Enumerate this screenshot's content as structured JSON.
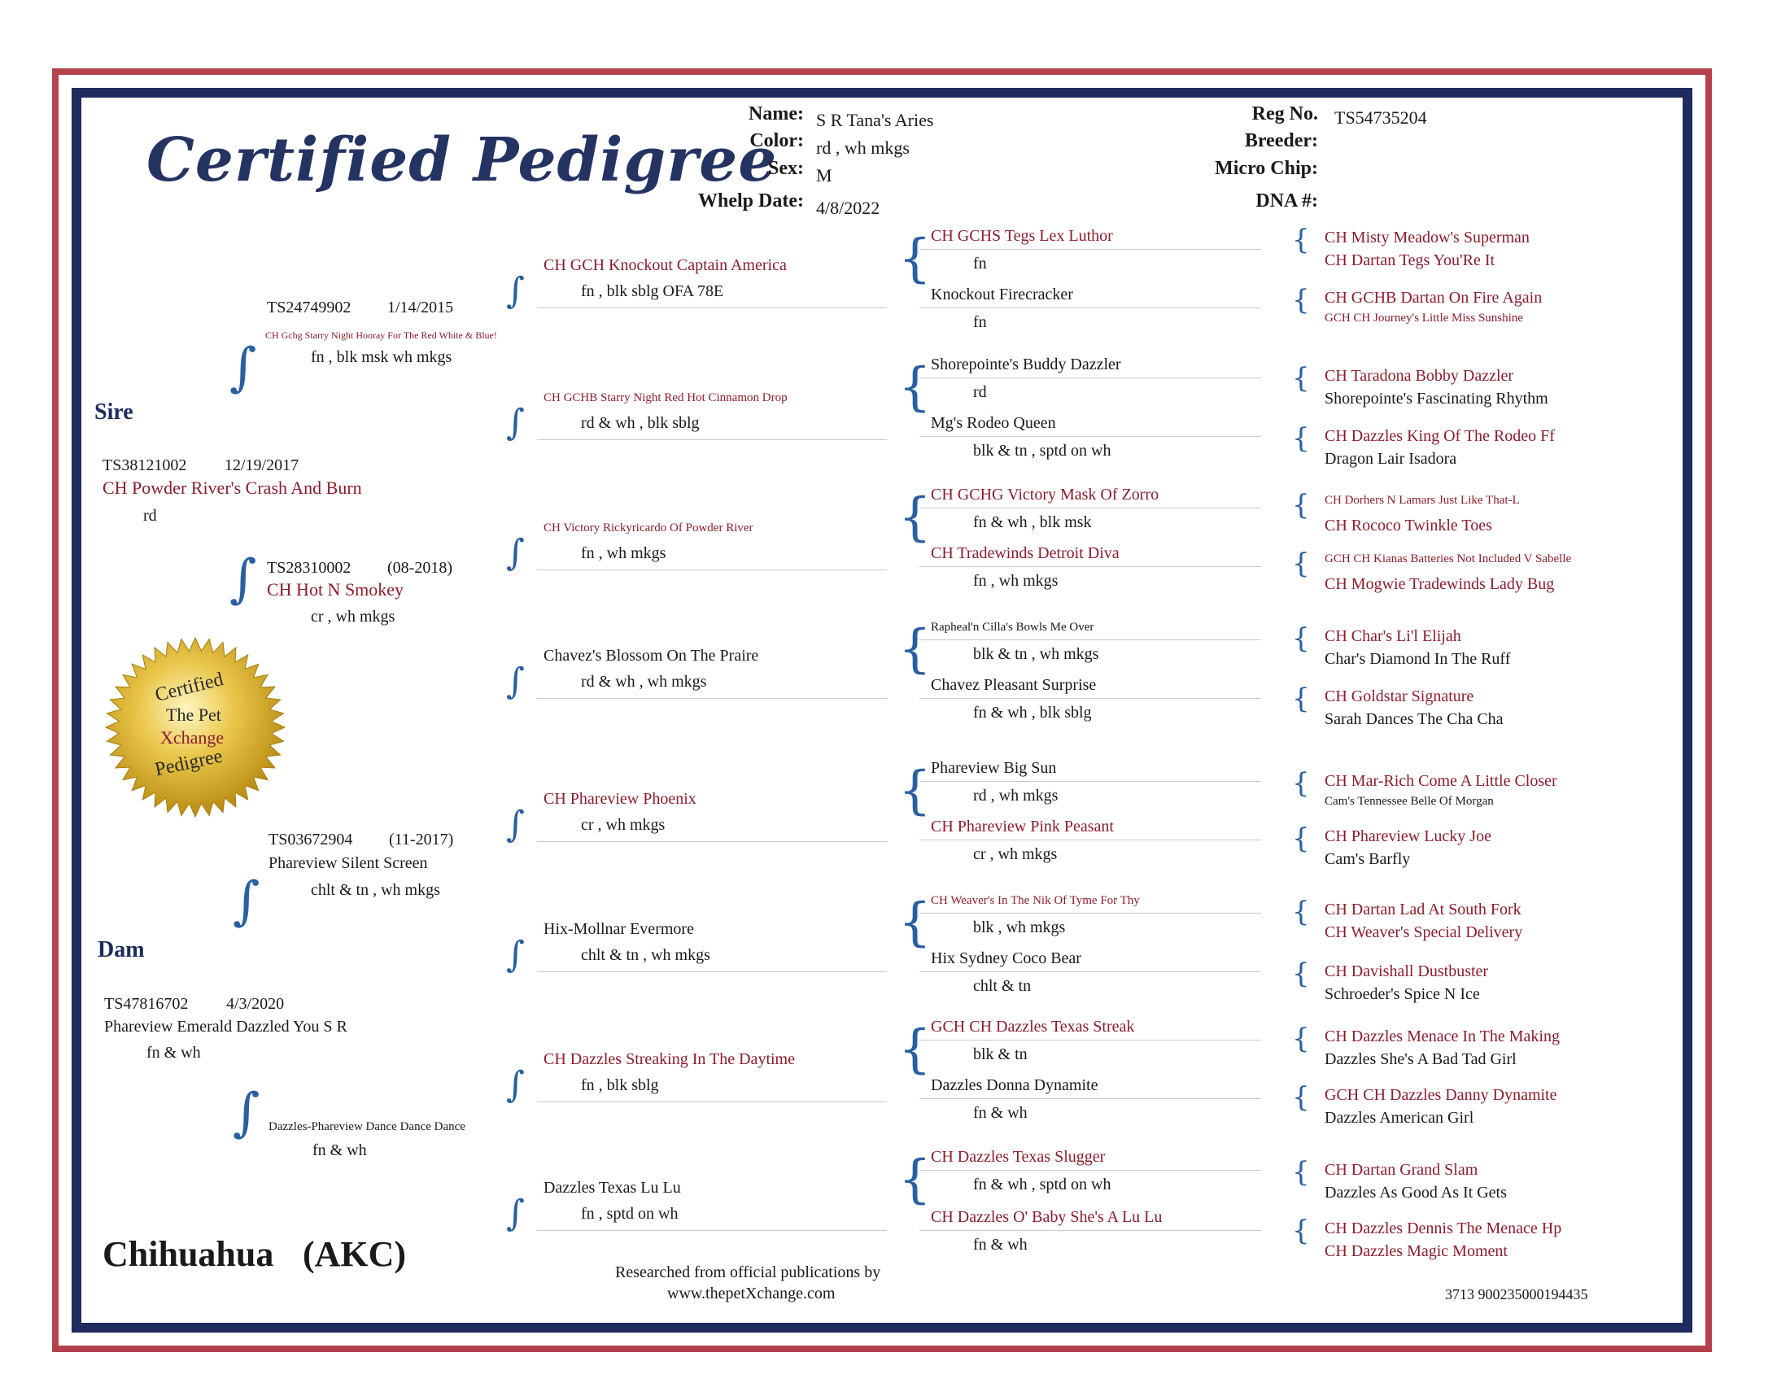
{
  "title": "Certified Pedigree",
  "header": {
    "name_label": "Name:",
    "name_value": "S R Tana's Aries",
    "color_label": "Color:",
    "color_value": "rd , wh mkgs",
    "sex_label": "Sex:",
    "sex_value": "M",
    "whelp_label": "Whelp Date:",
    "whelp_value": "4/8/2022",
    "reg_label": "Reg No.",
    "reg_value": "TS54735204",
    "breeder_label": "Breeder:",
    "chip_label": "Micro Chip:",
    "dna_label": "DNA #:"
  },
  "sire_label": "Sire",
  "dam_label": "Dam",
  "seal": {
    "line1": "Certified",
    "line2": "The Pet",
    "line3": "Xchange",
    "line4": "Pedigree"
  },
  "sire": {
    "reg": "TS38121002",
    "date": "12/19/2017",
    "name": "CH Powder River's Crash And Burn",
    "color": "rd"
  },
  "dam": {
    "reg": "TS47816702",
    "date": "4/3/2020",
    "name": "Phareview Emerald Dazzled You S R",
    "color": "fn & wh"
  },
  "g2": {
    "ss": {
      "reg": "TS24749902",
      "date": "1/14/2015",
      "name": "CH Gchg Starry Night Hooray For The Red White & Blue!",
      "color": "fn , blk msk wh mkgs"
    },
    "sd": {
      "reg": "TS28310002",
      "date": "(08-2018)",
      "name": "CH Hot N Smokey",
      "color": "cr , wh mkgs"
    },
    "ds": {
      "reg": "TS03672904",
      "date": "(11-2017)",
      "name": "Phareview Silent Screen",
      "color": "chlt & tn , wh mkgs"
    },
    "dd": {
      "name": "Dazzles-Phareview Dance Dance Dance",
      "color": "fn & wh"
    }
  },
  "g3": [
    {
      "name": "CH GCH Knockout Captain America",
      "color": "fn , blk sblg OFA 78E"
    },
    {
      "name": "CH GCHB Starry Night Red Hot Cinnamon Drop",
      "color": "rd & wh , blk sblg"
    },
    {
      "name": "CH Victory Rickyricardo Of Powder River",
      "color": "fn , wh mkgs"
    },
    {
      "name": "Chavez's Blossom On The Praire",
      "color": "rd & wh , wh mkgs"
    },
    {
      "name": "CH Phareview Phoenix",
      "color": "cr , wh mkgs"
    },
    {
      "name": "Hix-Mollnar Evermore",
      "color": "chlt & tn , wh mkgs"
    },
    {
      "name": "CH Dazzles Streaking In The Daytime",
      "color": "fn , blk sblg"
    },
    {
      "name": "Dazzles Texas Lu Lu",
      "color": "fn , sptd on wh"
    }
  ],
  "g4": [
    {
      "name": "CH GCHS Tegs Lex Luthor",
      "color": "fn"
    },
    {
      "name": "Knockout Firecracker",
      "color": "fn"
    },
    {
      "name": "Shorepointe's Buddy Dazzler",
      "color": "rd"
    },
    {
      "name": "Mg's Rodeo Queen",
      "color": "blk & tn , sptd on wh"
    },
    {
      "name": "CH GCHG Victory Mask Of Zorro",
      "color": "fn & wh , blk msk"
    },
    {
      "name": "CH Tradewinds Detroit Diva",
      "color": "fn , wh mkgs"
    },
    {
      "name": "Rapheal'n Cilla's Bowls Me Over",
      "color": "blk & tn , wh mkgs"
    },
    {
      "name": "Chavez Pleasant Surprise",
      "color": "fn & wh , blk sblg"
    },
    {
      "name": "Phareview Big Sun",
      "color": "rd , wh mkgs"
    },
    {
      "name": "CH Phareview Pink Peasant",
      "color": "cr , wh mkgs"
    },
    {
      "name": "CH Weaver's In The Nik Of Tyme For Thy",
      "color": "blk , wh mkgs"
    },
    {
      "name": "Hix Sydney Coco Bear",
      "color": "chlt & tn"
    },
    {
      "name": "GCH CH Dazzles Texas Streak",
      "color": "blk & tn"
    },
    {
      "name": "Dazzles Donna Dynamite",
      "color": "fn & wh"
    },
    {
      "name": "CH Dazzles Texas Slugger",
      "color": "fn & wh , sptd on wh"
    },
    {
      "name": "CH Dazzles O' Baby She's A Lu Lu",
      "color": "fn & wh"
    }
  ],
  "g5": [
    "CH Misty Meadow's Superman",
    "CH Dartan Tegs You'Re It",
    "CH GCHB Dartan On Fire Again",
    "GCH CH Journey's Little Miss Sunshine",
    "CH Taradona Bobby Dazzler",
    "Shorepointe's Fascinating Rhythm",
    "CH Dazzles King Of The Rodeo Ff",
    "Dragon Lair Isadora",
    "CH Dorhers N Lamars Just Like That-L",
    "CH Rococo Twinkle Toes",
    "GCH CH Kianas Batteries Not Included V Sabelle",
    "CH Mogwie Tradewinds Lady Bug",
    "CH Char's Li'l Elijah",
    "Char's Diamond In The Ruff",
    "CH Goldstar Signature",
    "Sarah Dances The Cha Cha",
    "CH Mar-Rich Come A Little Closer",
    "Cam's Tennessee Belle Of Morgan",
    "CH Phareview Lucky Joe",
    "Cam's Barfly",
    "CH Dartan Lad At South Fork",
    "CH Weaver's Special Delivery",
    "CH Davishall Dustbuster",
    "Schroeder's Spice N Ice",
    "CH Dazzles Menace In The Making",
    "Dazzles She's A Bad Tad Girl",
    "GCH CH Dazzles Danny Dynamite",
    "Dazzles American Girl",
    "CH Dartan Grand Slam",
    "Dazzles As Good As It Gets",
    "CH Dazzles Dennis The Menace Hp",
    "CH Dazzles Magic Moment"
  ],
  "breed": "Chihuahua",
  "registry": "(AKC)",
  "footer_line1": "Researched from official publications by",
  "footer_line2": "www.thepetXchange.com",
  "serial": "3713 900235000194435",
  "colors": {
    "navy": "#1f2b5e",
    "red": "#8b1d2c",
    "frame_red": "#b5414c",
    "gold": "#d4aa2c"
  }
}
